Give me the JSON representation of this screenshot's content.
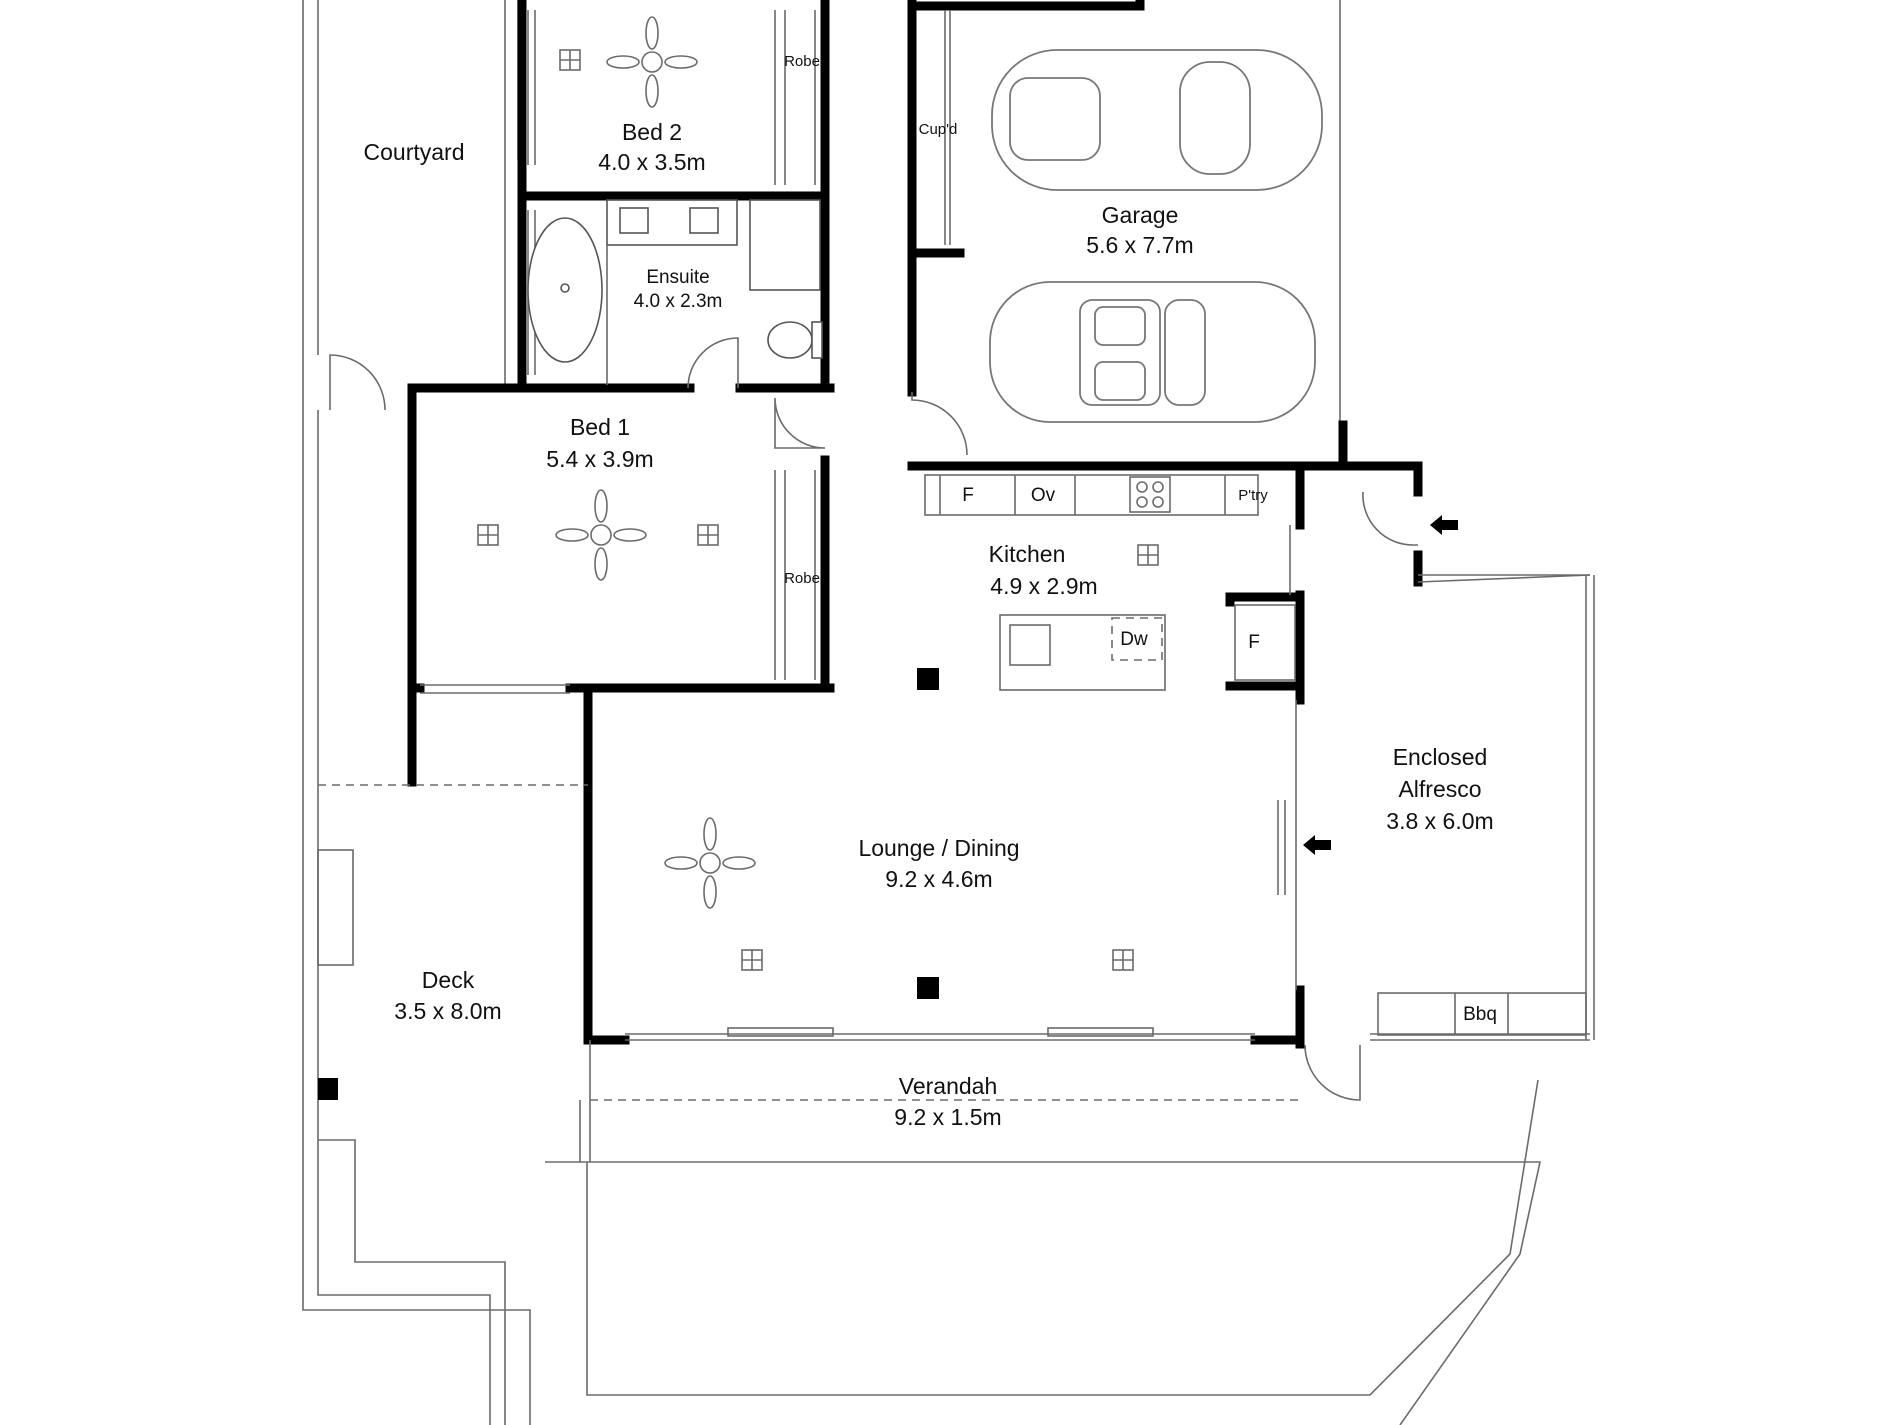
{
  "floor_plan": {
    "rooms": {
      "courtyard": {
        "name": "Courtyard"
      },
      "bed2": {
        "name": "Bed 2",
        "dims": "4.0 x 3.5m"
      },
      "ensuite": {
        "name": "Ensuite",
        "dims": "4.0 x 2.3m"
      },
      "garage": {
        "name": "Garage",
        "dims": "5.6 x 7.7m"
      },
      "bed1": {
        "name": "Bed 1",
        "dims": "5.4 x 3.9m"
      },
      "kitchen": {
        "name": "Kitchen",
        "dims": "4.9 x 2.9m"
      },
      "lounge": {
        "name": "Lounge / Dining",
        "dims": "9.2 x 4.6m"
      },
      "alfresco": {
        "name_line1": "Enclosed",
        "name_line2": "Alfresco",
        "dims": "3.8 x 6.0m"
      },
      "deck": {
        "name": "Deck",
        "dims": "3.5 x 8.0m"
      },
      "verandah": {
        "name": "Verandah",
        "dims": "9.2 x 1.5m"
      }
    },
    "fixtures": {
      "robe": "Robe",
      "cupboard": "Cup'd",
      "fridge": "F",
      "oven": "Ov",
      "pantry": "P'try",
      "dishwasher": "Dw",
      "bbq": "Bbq"
    },
    "colors": {
      "walls": "#000000",
      "lines": "#6b6b6b",
      "background": "#ffffff"
    }
  }
}
